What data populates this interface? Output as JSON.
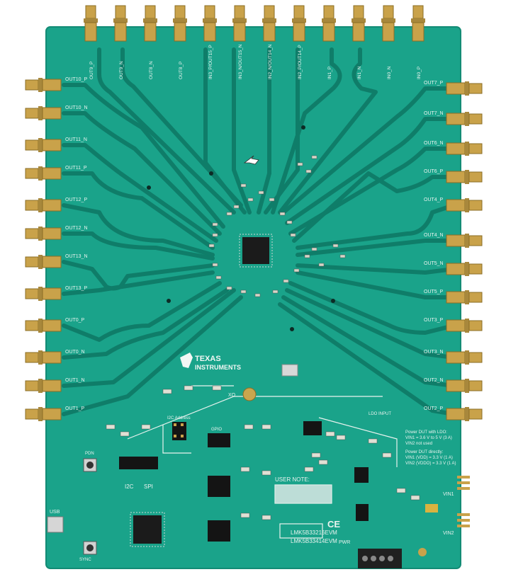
{
  "board": {
    "colors": {
      "solder_mask": "#1aa38a",
      "trace": "#0f7d69",
      "silkscreen": "#e9f3ef",
      "sma_gold": "#c9a24a",
      "chip": "#1b1b1b"
    },
    "top_connectors": [
      "OUT9_P",
      "OUT9_N",
      "OUT8_N",
      "OUT8_P",
      "IN3_P/OUT15_P",
      "IN3_N/OUT15_N",
      "IN2_N/OUT14_N",
      "IN2_P/OUT14_P",
      "IN1_P",
      "IN1_N",
      "IN0_N",
      "IN0_P"
    ],
    "left_connectors": [
      "OUT10_P",
      "OUT10_N",
      "OUT11_N",
      "OUT11_P",
      "OUT12_P",
      "OUT12_N",
      "OUT13_N",
      "OUT13_P",
      "OUT0_P",
      "OUT0_N",
      "OUT1_N",
      "OUT1_P"
    ],
    "right_connectors": [
      "OUT7_P",
      "OUT7_N",
      "OUT6_N",
      "OUT6_P",
      "OUT4_P",
      "OUT4_N",
      "OUT5_N",
      "OUT5_P",
      "OUT3_P",
      "OUT3_N",
      "OUT2_N",
      "OUT2_P"
    ],
    "logo": {
      "line1": "TEXAS",
      "line2": "INSTRUMENTS"
    },
    "header_labels": [
      "I2C",
      "SPI"
    ],
    "user_note": "USER NOTE:",
    "board_names": [
      "LMK5B33216EVM",
      "LMK5B33414EVM"
    ],
    "power_notes": [
      "Power DUT with LDO:",
      "VIN1 = 3.6 V to 5 V (3 A)",
      "VIN2 not used",
      "Power DUT directly:",
      "VIN1 (VDD) = 3.3 V (1 A)",
      "VIN2 (VDDO) = 3.3 V (1 A)"
    ],
    "side_labels": [
      "VIN1",
      "VIN2",
      "PWR",
      "USB",
      "XO"
    ],
    "small_labels": [
      "PDN",
      "SYNC",
      "GPIO",
      "I2C Address",
      "LDO INPUT"
    ],
    "marks": [
      "CE"
    ]
  }
}
